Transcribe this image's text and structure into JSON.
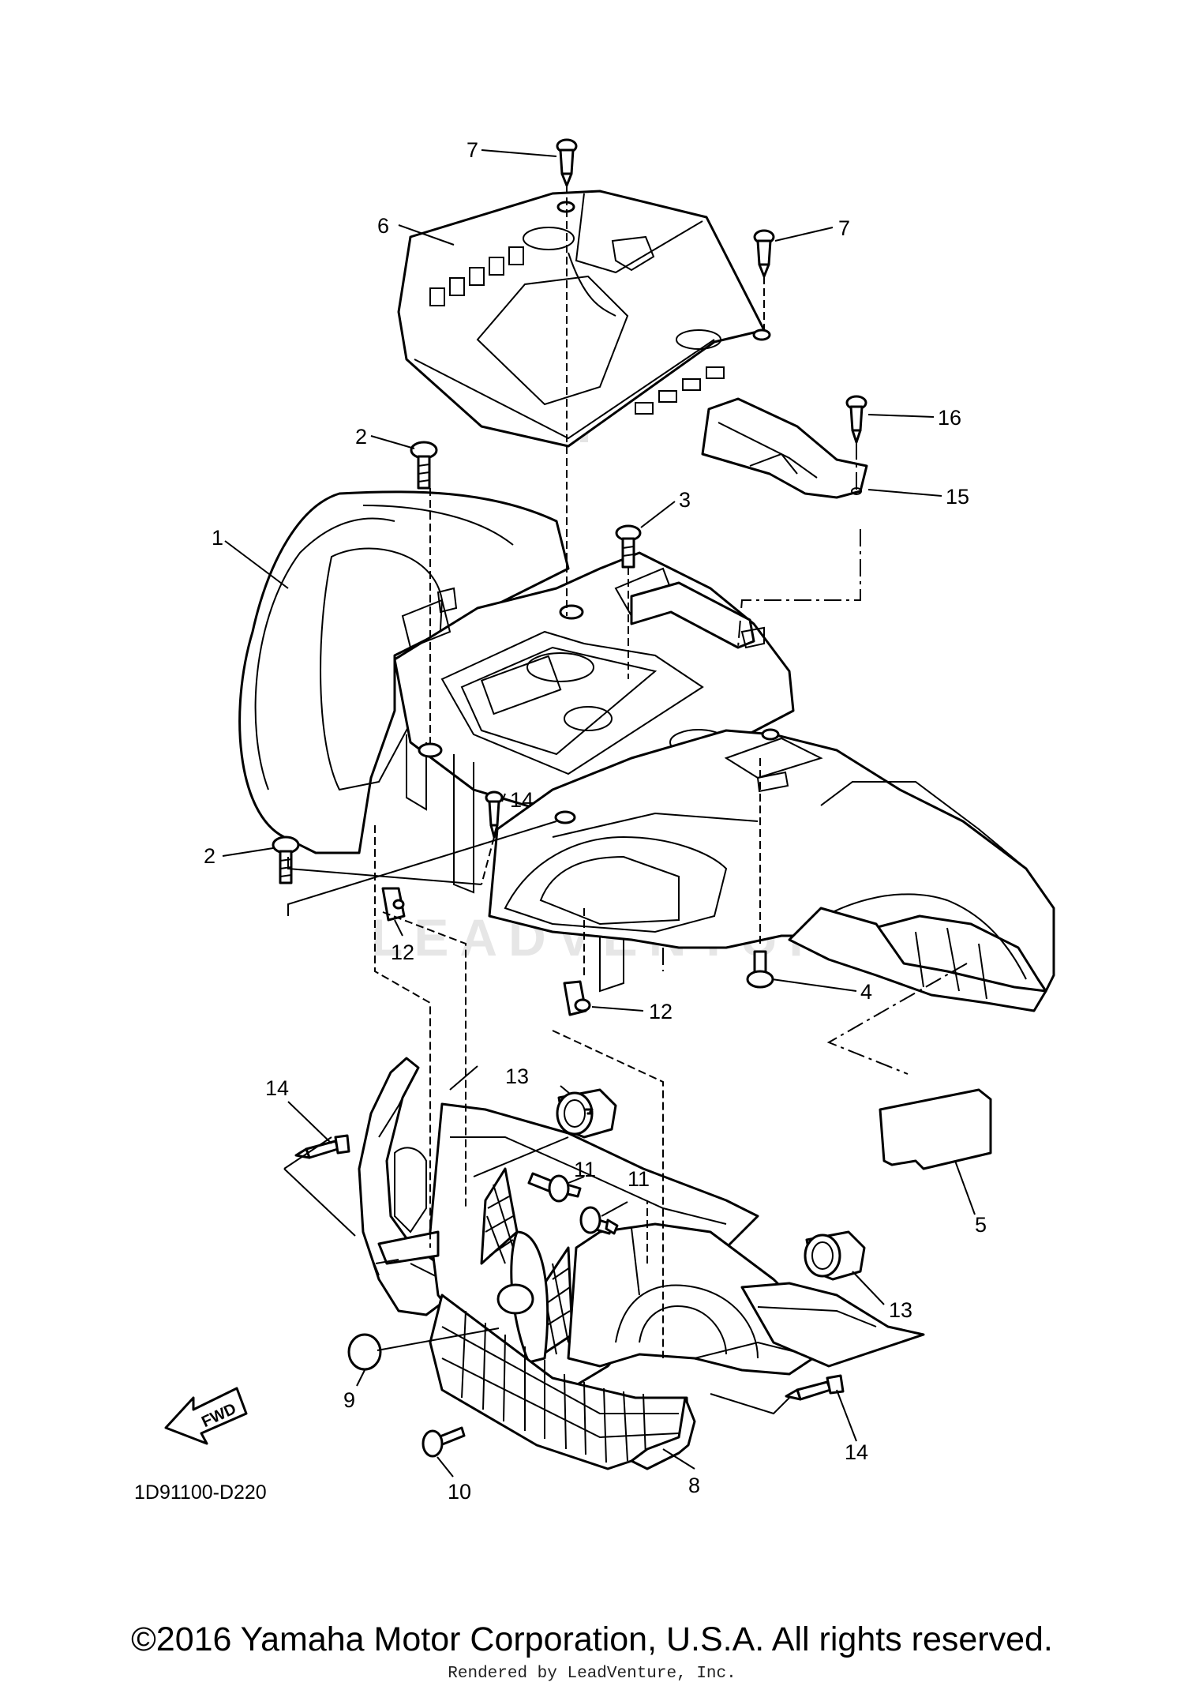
{
  "diagram": {
    "callouts": {
      "c1": "1",
      "c2a": "2",
      "c2b": "2",
      "c3": "3",
      "c4": "4",
      "c5": "5",
      "c6": "6",
      "c7a": "7",
      "c7b": "7",
      "c8": "8",
      "c9": "9",
      "c10": "10",
      "c11a": "11",
      "c11b": "11",
      "c12a": "12",
      "c12b": "12",
      "c13a": "13",
      "c13b": "13",
      "c14a": "14",
      "c14b": "14",
      "c14c": "14",
      "c15": "15",
      "c16": "16"
    },
    "fwd_label": "FWD",
    "diagram_code": "1D91100-D220",
    "watermark": "LEADVENTURE"
  },
  "footer": {
    "copyright": "©2016 Yamaha Motor Corporation, U.S.A. All rights reserved.",
    "rendered_by": "Rendered by LeadVenture, Inc."
  }
}
